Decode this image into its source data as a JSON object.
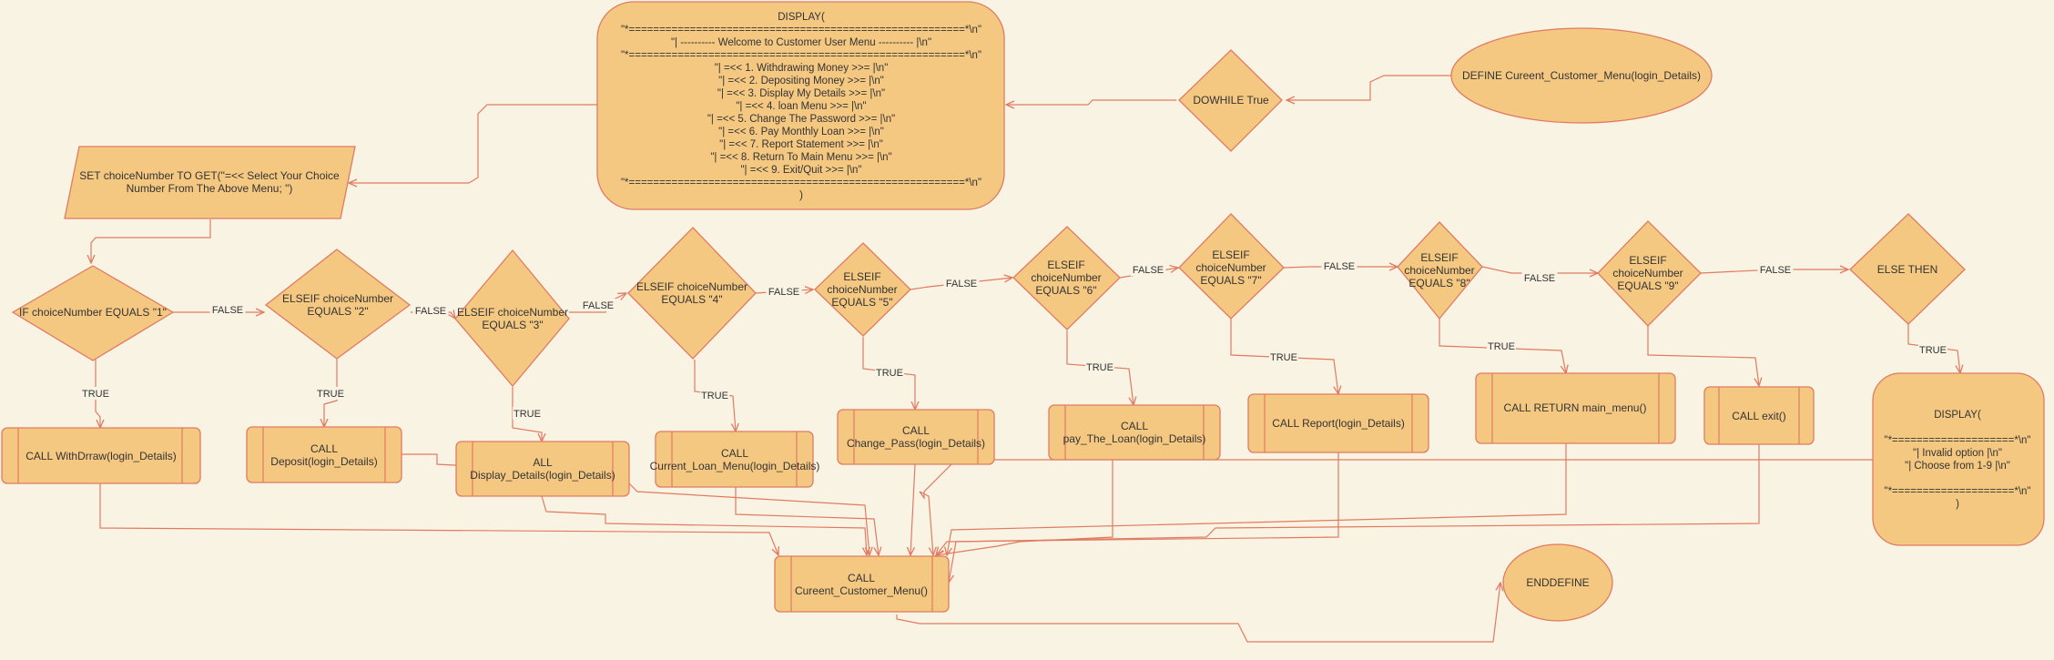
{
  "nodes": {
    "define": {
      "lines": [
        "DEFINE  Cureent_Customer_Menu(login_Details)"
      ]
    },
    "dowhile": {
      "lines": [
        "DOWHILE True"
      ]
    },
    "display_menu": {
      "lines": [
        "DISPLAY(",
        "\"*=======================================================*\\n\"",
        "\"| ---------- Welcome to Customer User Menu ---------- |\\n\"",
        "\"*=======================================================*\\n\"",
        "\"| =<< 1.            Withdrawing Money            >>= |\\n\"",
        "\"| =<< 2.            Depositing Money             >>= |\\n\"",
        "\"| =<< 3.            Display My Details           >>= |\\n\"",
        "\"| =<< 4.            loan Menu                    >>= |\\n\"",
        "\"| =<< 5.            Change The Password          >>= |\\n\"",
        "\"| =<< 6.            Pay Monthly Loan             >>= |\\n\"",
        "\"| =<< 7.            Report Statement             >>= |\\n\"",
        "\"| =<< 8.            Return To Main Menu          >>= |\\n\"",
        "\"| =<< 9.            Exit/Quit                    >>= |\\n\"",
        "\"*=======================================================*\\n\"",
        ")"
      ]
    },
    "set_choice": {
      "lines": [
        "SET choiceNumber TO GET(\"=<< Select Your Choice",
        "Number From The Above Menu; \")"
      ]
    },
    "if1": {
      "lines": [
        "IF choiceNumber EQUALS \"1\""
      ]
    },
    "elif2": {
      "lines": [
        "ELSEIF choiceNumber",
        "EQUALS \"2\""
      ]
    },
    "elif3": {
      "lines": [
        "ELSEIF choiceNumber",
        "EQUALS \"3\""
      ]
    },
    "elif4": {
      "lines": [
        "ELSEIF choiceNumber",
        "EQUALS \"4\""
      ]
    },
    "elif5": {
      "lines": [
        "ELSEIF",
        "choiceNumber",
        "EQUALS \"5\""
      ]
    },
    "elif6": {
      "lines": [
        "ELSEIF",
        "choiceNumber",
        "EQUALS \"6\""
      ]
    },
    "elif7": {
      "lines": [
        "ELSEIF",
        "choiceNumber",
        "EQUALS \"7\""
      ]
    },
    "elif8": {
      "lines": [
        "ELSEIF",
        "choiceNumber",
        "EQUALS \"8\""
      ]
    },
    "elif9": {
      "lines": [
        "ELSEIF",
        "choiceNumber",
        "EQUALS \"9\""
      ]
    },
    "else": {
      "lines": [
        "ELSE THEN"
      ]
    },
    "call1": {
      "lines": [
        "CALL WithDrraw(login_Details)"
      ]
    },
    "call2": {
      "lines": [
        "CALL",
        "Deposit(login_Details)"
      ]
    },
    "call3": {
      "lines": [
        "ALL",
        "Display_Details(login_Details)"
      ]
    },
    "call4": {
      "lines": [
        "CALL",
        "Current_Loan_Menu(login_Details)"
      ]
    },
    "call5": {
      "lines": [
        "CALL",
        "Change_Pass(login_Details)"
      ]
    },
    "call6": {
      "lines": [
        "CALL",
        "pay_The_Loan(login_Details)"
      ]
    },
    "call7": {
      "lines": [
        "CALL Report(login_Details)"
      ]
    },
    "call8": {
      "lines": [
        "CALL RETURN main_menu()"
      ]
    },
    "call9": {
      "lines": [
        "CALL exit()"
      ]
    },
    "display_invalid": {
      "lines": [
        "DISPLAY(",
        "",
        "\"*====================*\\n\"",
        "\"| Invalid option    |\\n\"",
        "\"| Choose from 1-9   |\\n\"",
        "",
        "\"*====================*\\n\"",
        ")"
      ]
    },
    "call_menu": {
      "lines": [
        "CALL",
        "Cureent_Customer_Menu()"
      ]
    },
    "enddefine": {
      "lines": [
        "ENDDEFINE"
      ]
    }
  },
  "edge_labels": {
    "true": "TRUE",
    "false": "FALSE"
  },
  "colors": {
    "background": "#f9f3e3",
    "node_fill": "#f5c882",
    "node_stroke": "#e07b62",
    "edge": "#e07b62",
    "text": "#333333"
  }
}
